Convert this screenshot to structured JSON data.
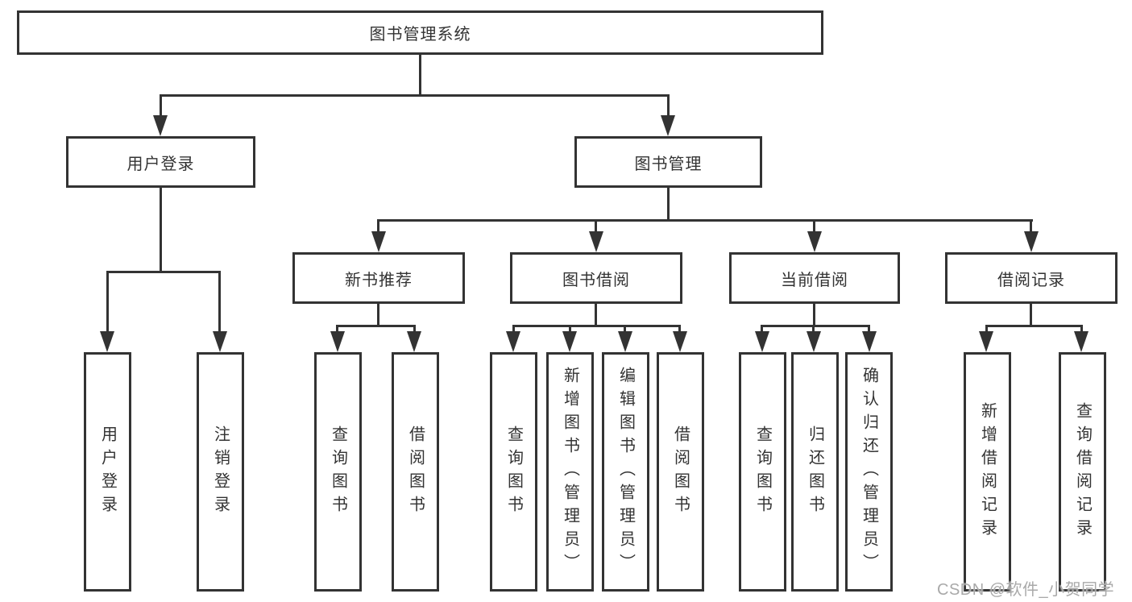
{
  "nodes": {
    "root": "图书管理系统",
    "level2": [
      "用户登录",
      "图书管理"
    ],
    "level3": [
      "新书推荐",
      "图书借阅",
      "当前借阅",
      "借阅记录"
    ],
    "leaves": {
      "user_login": [
        "用户登录",
        "注销登录"
      ],
      "new_books": [
        "查询图书",
        "借阅图书"
      ],
      "book_borrow": [
        "查询图书",
        "新增图书（管理员）",
        "编辑图书（管理员）",
        "借阅图书"
      ],
      "current_borrow": [
        "查询图书",
        "归还图书",
        "确认归还（管理员）"
      ],
      "borrow_records": [
        "新增借阅记录",
        "查询借阅记录"
      ]
    }
  },
  "watermark": {
    "text": "CSDN @软件_小贺同学"
  },
  "colors": {
    "line": "#333333",
    "text": "#333333",
    "background": "#ffffff",
    "watermark": "#a9a9a9"
  }
}
